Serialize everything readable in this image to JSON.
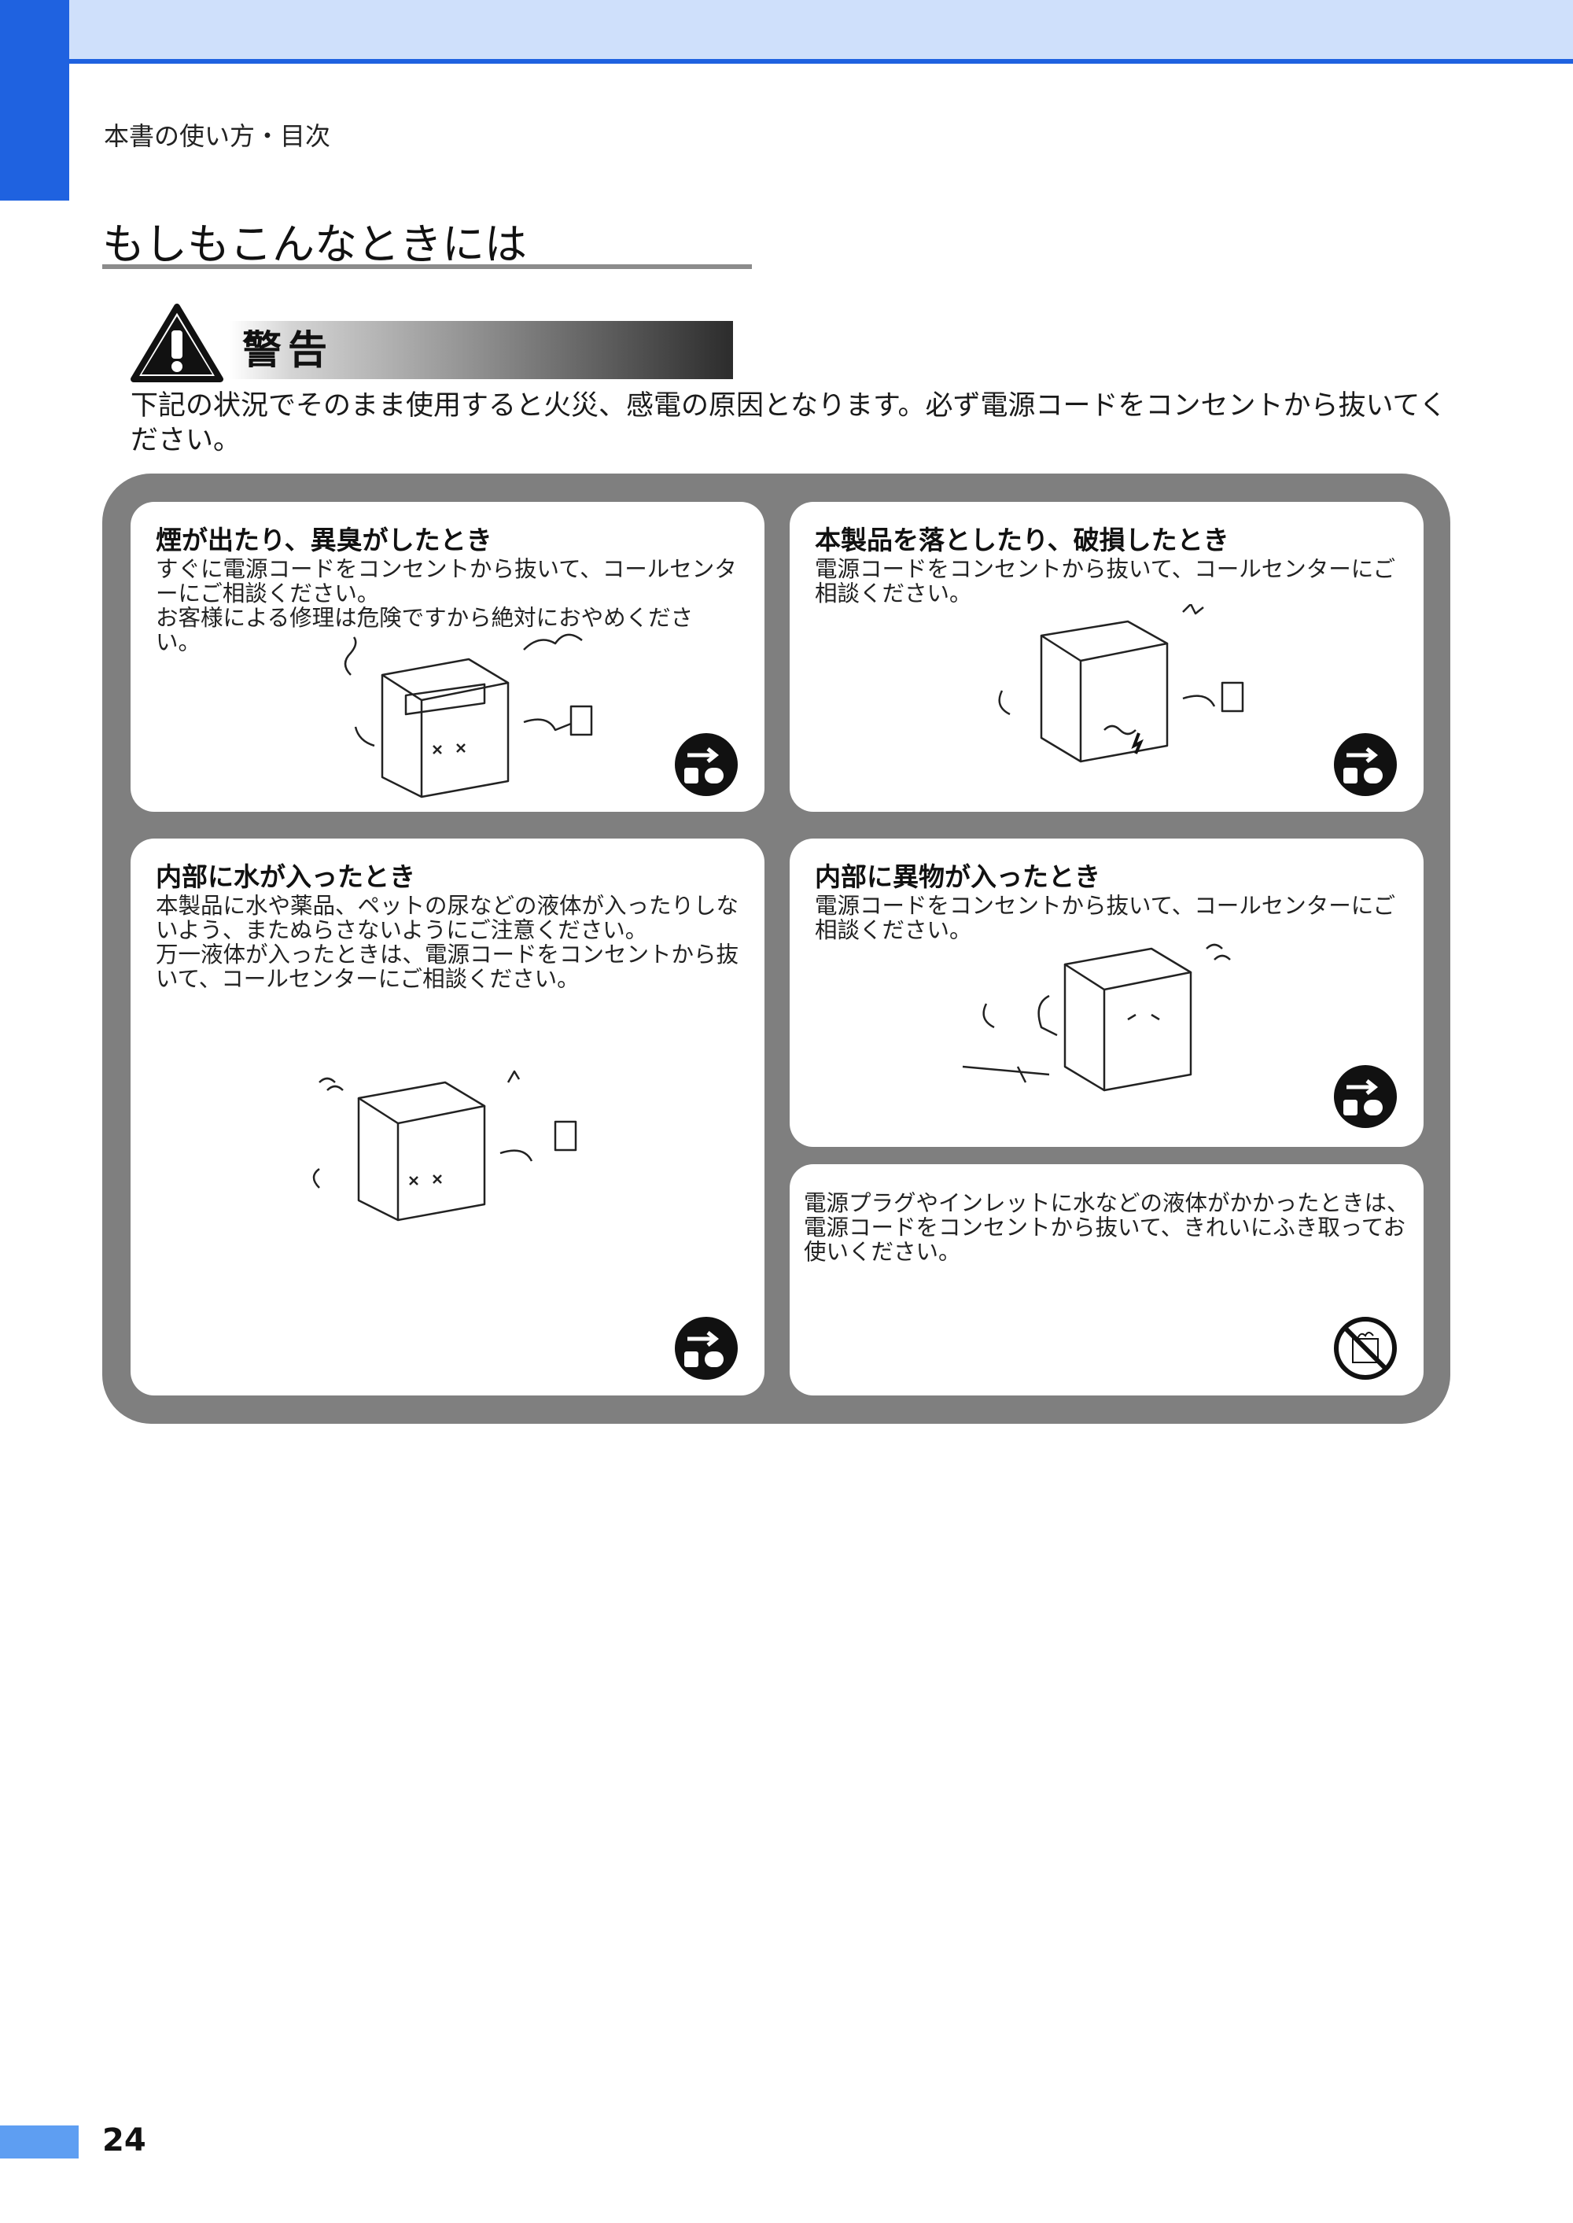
{
  "header": {
    "breadcrumb": "本書の使い方・目次"
  },
  "section": {
    "title": "もしもこんなときには"
  },
  "warning": {
    "label": "警告",
    "intro": "下記の状況でそのまま使用すると火災、感電の原因となります。必ず電源コードをコンセントから抜いてください。"
  },
  "cards": [
    {
      "title": "煙が出たり、異臭がしたとき",
      "text": "すぐに電源コードをコンセントから抜いて、コールセンターにご相談ください。\nお客様による修理は危険ですから絶対におやめください。",
      "icon": "unplug-icon"
    },
    {
      "title": "本製品を落としたり、破損したとき",
      "text": "電源コードをコンセントから抜いて、コールセンターにご相談ください。",
      "icon": "unplug-icon"
    },
    {
      "title": "内部に水が入ったとき",
      "text": "本製品に水や薬品、ペットの尿などの液体が入ったりしないよう、またぬらさないようにご注意ください。\n万一液体が入ったときは、電源コードをコンセントから抜いて、コールセンターにご相談ください。",
      "icon": "unplug-icon"
    },
    {
      "title": "内部に異物が入ったとき",
      "text": "電源コードをコンセントから抜いて、コールセンターにご相談ください。",
      "icon": "unplug-icon"
    },
    {
      "title": "",
      "text": "電源プラグやインレットに水などの液体がかかったときは、電源コードをコンセントから抜いて、きれいにふき取ってお使いください。",
      "icon": "no-fire-icon"
    }
  ],
  "footer": {
    "page_number": "24"
  },
  "colors": {
    "accent_blue": "#1f62e0",
    "header_band": "#cfe0fb",
    "panel_gray": "#7f7f7f"
  }
}
